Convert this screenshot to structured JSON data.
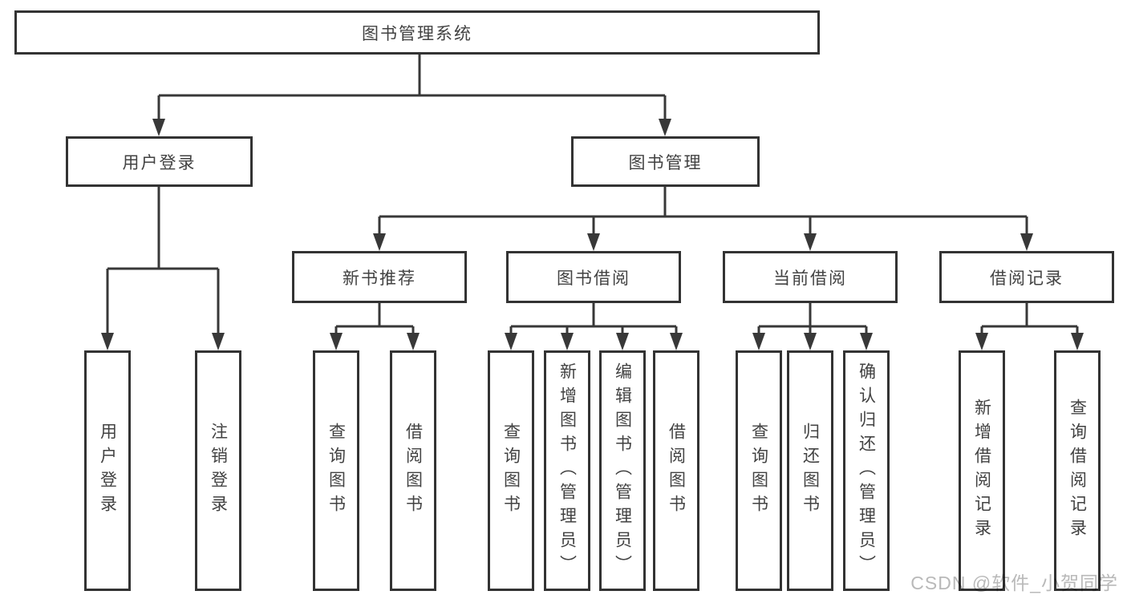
{
  "diagram": {
    "title": "图书管理系统",
    "watermark": "CSDN @软件_小贺同学",
    "colors": {
      "line": "#383838",
      "box_border": "#333333",
      "text": "#424242",
      "watermark": "#b9b9b9",
      "background": "#ffffff"
    },
    "nodes": {
      "root": {
        "label": "图书管理系统"
      },
      "user_login": {
        "label": "用户登录"
      },
      "book_management": {
        "label": "图书管理"
      },
      "new_book_recommend": {
        "label": "新书推荐"
      },
      "book_borrow": {
        "label": "图书借阅"
      },
      "current_borrow": {
        "label": "当前借阅"
      },
      "borrow_records": {
        "label": "借阅记录"
      },
      "leaf_user_login": {
        "label": "用户登录"
      },
      "leaf_logout": {
        "label": "注销登录"
      },
      "leaf_recommend_query_books": {
        "label": "查询图书"
      },
      "leaf_recommend_borrow_books": {
        "label": "借阅图书"
      },
      "leaf_borrow_query_books": {
        "label": "查询图书"
      },
      "leaf_borrow_add_books": {
        "label": "新增图书（管理员）"
      },
      "leaf_borrow_edit_books": {
        "label": "编辑图书（管理员）"
      },
      "leaf_borrow_borrow_books": {
        "label": "借阅图书"
      },
      "leaf_current_query_books": {
        "label": "查询图书"
      },
      "leaf_current_return_books": {
        "label": "归还图书"
      },
      "leaf_current_confirm_return": {
        "label": "确认归还（管理员）"
      },
      "leaf_records_add_record": {
        "label": "新增借阅记录"
      },
      "leaf_records_query_record": {
        "label": "查询借阅记录"
      }
    },
    "hierarchy": {
      "图书管理系统": {
        "用户登录": [
          "用户登录",
          "注销登录"
        ],
        "图书管理": {
          "新书推荐": [
            "查询图书",
            "借阅图书"
          ],
          "图书借阅": [
            "查询图书",
            "新增图书（管理员）",
            "编辑图书（管理员）",
            "借阅图书"
          ],
          "当前借阅": [
            "查询图书",
            "归还图书",
            "确认归还（管理员）"
          ],
          "借阅记录": [
            "新增借阅记录",
            "查询借阅记录"
          ]
        }
      }
    }
  }
}
